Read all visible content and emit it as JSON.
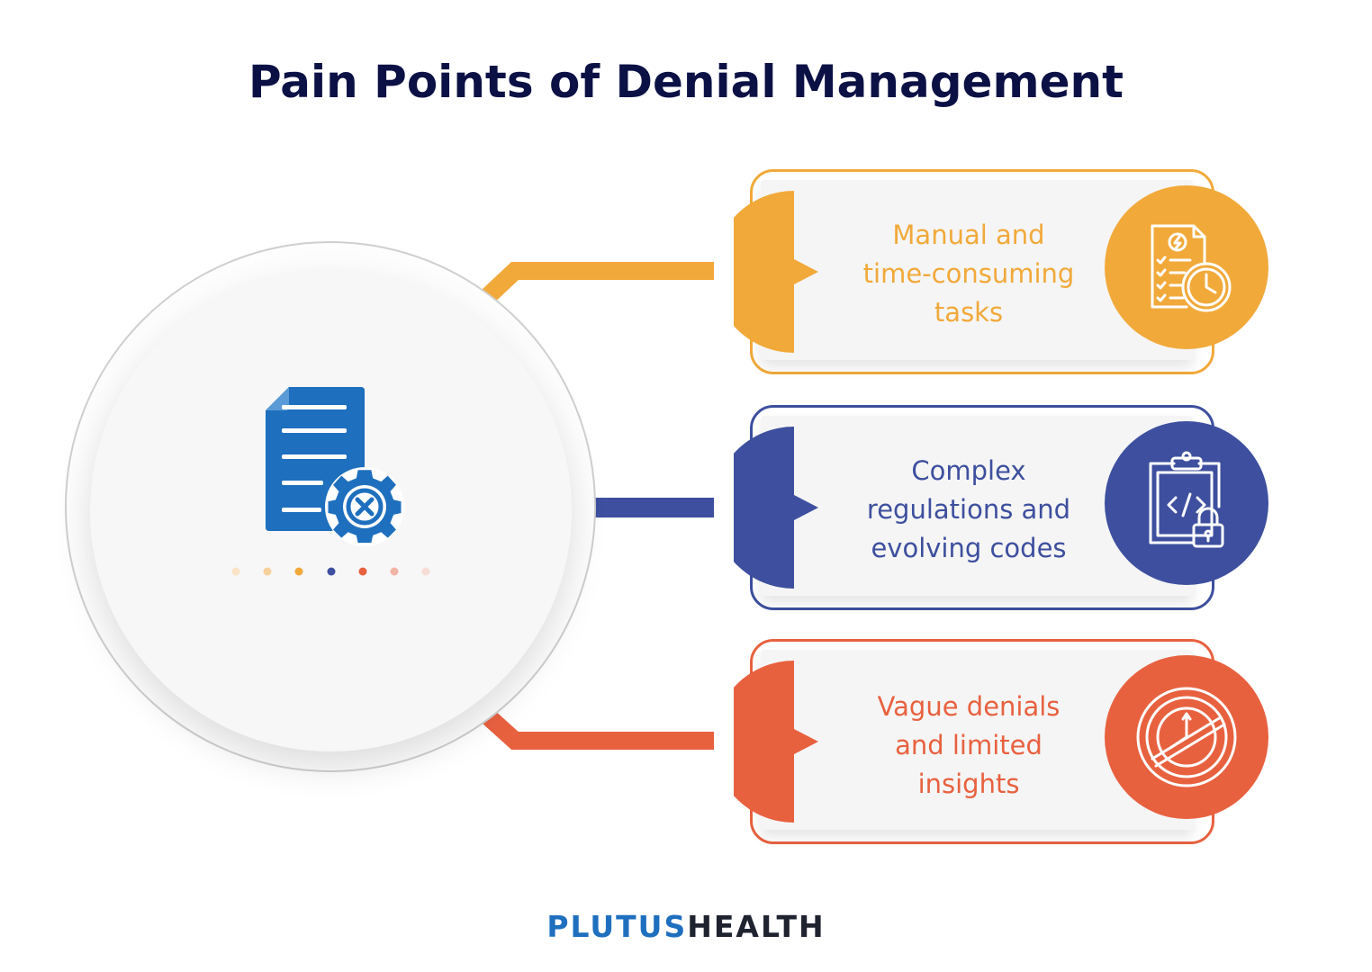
{
  "title": "Pain Points of Denial Management",
  "hub": {
    "icon": "document-gear-x-icon",
    "dot_colors": [
      "#fbe3c6",
      "#f8d09a",
      "#f1a93a",
      "#3d4f9e",
      "#e8613f",
      "#f3b3a4",
      "#f7dcd6"
    ]
  },
  "items": [
    {
      "line1": "Manual and",
      "line2": "time-consuming",
      "line3": "tasks",
      "icon": "checklist-clock-icon",
      "color": "#f1a93a"
    },
    {
      "line1": "Complex",
      "line2": "regulations and",
      "line3": "evolving codes",
      "icon": "clipboard-code-lock-icon",
      "color": "#3d4f9e"
    },
    {
      "line1": "Vague denials",
      "line2": "and limited",
      "line3": "insights",
      "icon": "no-clock-icon",
      "color": "#e8613f"
    }
  ],
  "brand": {
    "part1": "PLUTUS",
    "part2": "HEALTH",
    "color1": "#1f6fbf",
    "color2": "#1f2330"
  }
}
